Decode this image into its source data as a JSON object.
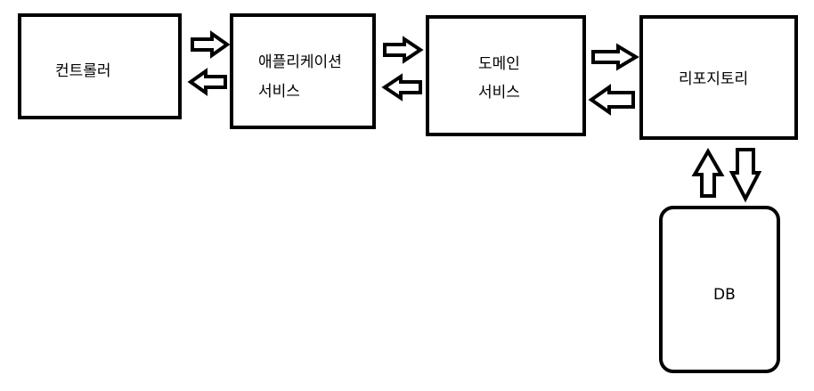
{
  "diagram": {
    "controller": "컨트롤러",
    "app_service_line1": "애플리케이션",
    "app_service_line2": "서비스",
    "domain_service_line1": "도메인",
    "domain_service_line2": "서비스",
    "repository": "리포지토리",
    "db": "DB"
  }
}
